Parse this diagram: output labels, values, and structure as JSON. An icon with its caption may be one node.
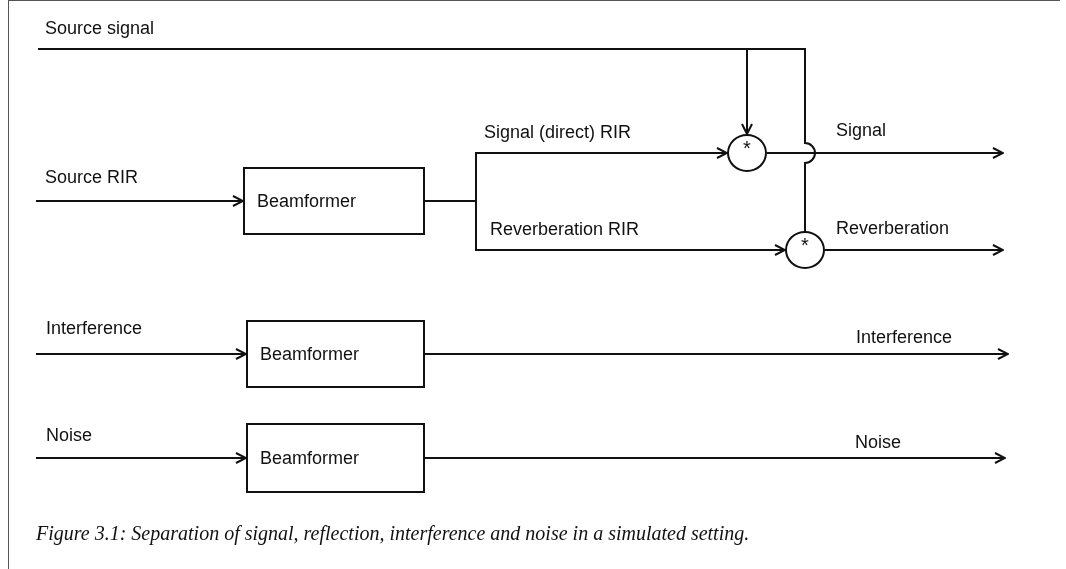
{
  "diagram": {
    "caption": "Figure 3.1: Separation of signal, reflection, interference and noise in a simulated setting.",
    "nodes": [
      {
        "text": [
          "Beamformer"
        ]
      },
      {
        "text": [
          "*"
        ]
      },
      {
        "text": [
          "*"
        ]
      },
      {
        "text": [
          "Beamformer"
        ]
      },
      {
        "text": [
          "Beamformer"
        ]
      }
    ],
    "edges": [
      {
        "from": null,
        "to": 0,
        "arrow": "to",
        "label": "Source RIR"
      },
      {
        "from": null,
        "to": 1,
        "arrow": "to",
        "label": "Source signal"
      },
      {
        "from": null,
        "to": 2,
        "arrow": "none"
      },
      {
        "from": 0,
        "to": 1,
        "arrow": "to",
        "label": "Signal (direct) RIR"
      },
      {
        "from": 0,
        "to": 2,
        "arrow": "to",
        "label": "Reverberation RIR"
      },
      {
        "from": 1,
        "to": null,
        "arrow": "to",
        "label": "Signal"
      },
      {
        "from": 2,
        "to": null,
        "arrow": "to",
        "label": "Reverberation"
      },
      {
        "from": null,
        "to": 3,
        "arrow": "to",
        "label": "Interference"
      },
      {
        "from": 3,
        "to": null,
        "arrow": "to",
        "label": "Interference"
      },
      {
        "from": null,
        "to": 4,
        "arrow": "to",
        "label": "Noise"
      },
      {
        "from": 4,
        "to": null,
        "arrow": "to",
        "label": "Noise"
      }
    ]
  }
}
